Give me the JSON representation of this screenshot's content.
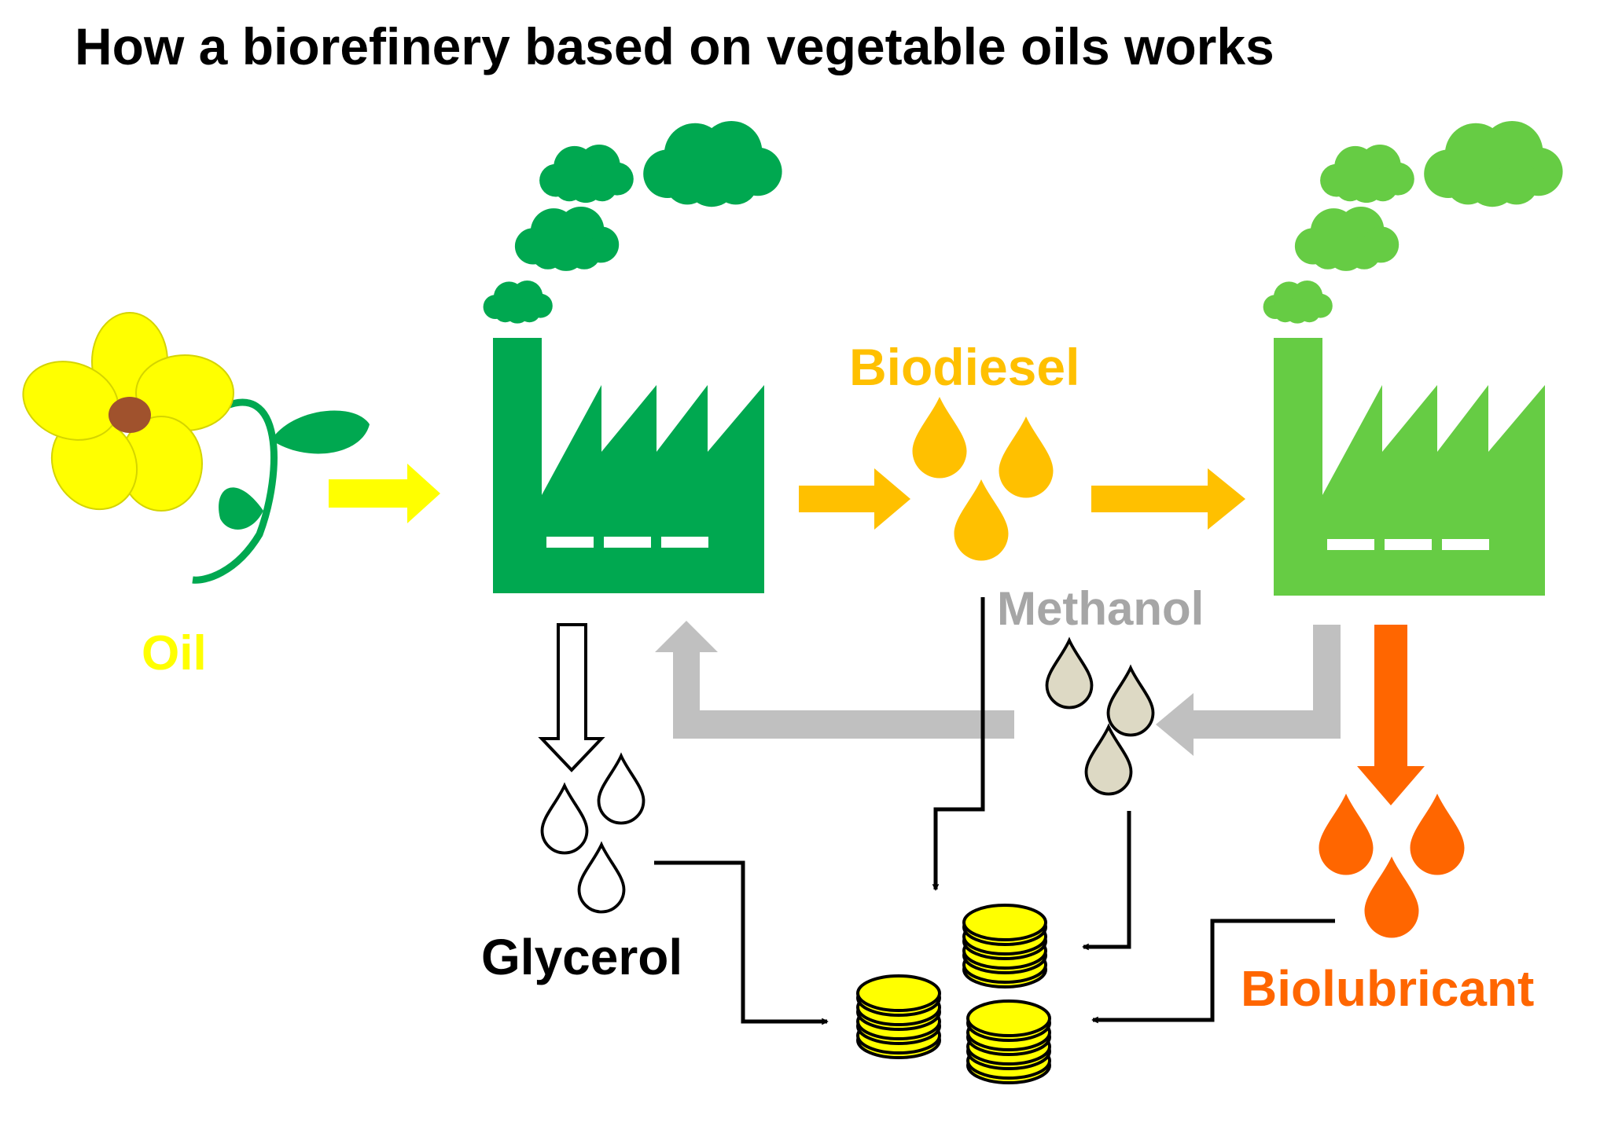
{
  "title": "How a biorefinery based on vegetable oils works",
  "labels": {
    "oil": "Oil",
    "biodiesel": "Biodiesel",
    "methanol": "Methanol",
    "glycerol": "Glycerol",
    "biolubricant": "Biolubricant"
  },
  "colors": {
    "oil_yellow": "#ffff00",
    "flower_center": "#a0522d",
    "factory_dark_green": "#00a850",
    "factory_light_green": "#66cc44",
    "biodiesel_amber": "#ffc000",
    "methanol_gray": "#c0c0c0",
    "methanol_drop": "#ddd9c4",
    "biolubricant_orange": "#ff6600",
    "coin_yellow": "#ffff00",
    "text_black": "#000000"
  },
  "icons": [
    "flower-icon",
    "factory-icon",
    "smoke-cloud-icon",
    "drop-icon",
    "coin-stack-icon",
    "arrow-icon"
  ]
}
